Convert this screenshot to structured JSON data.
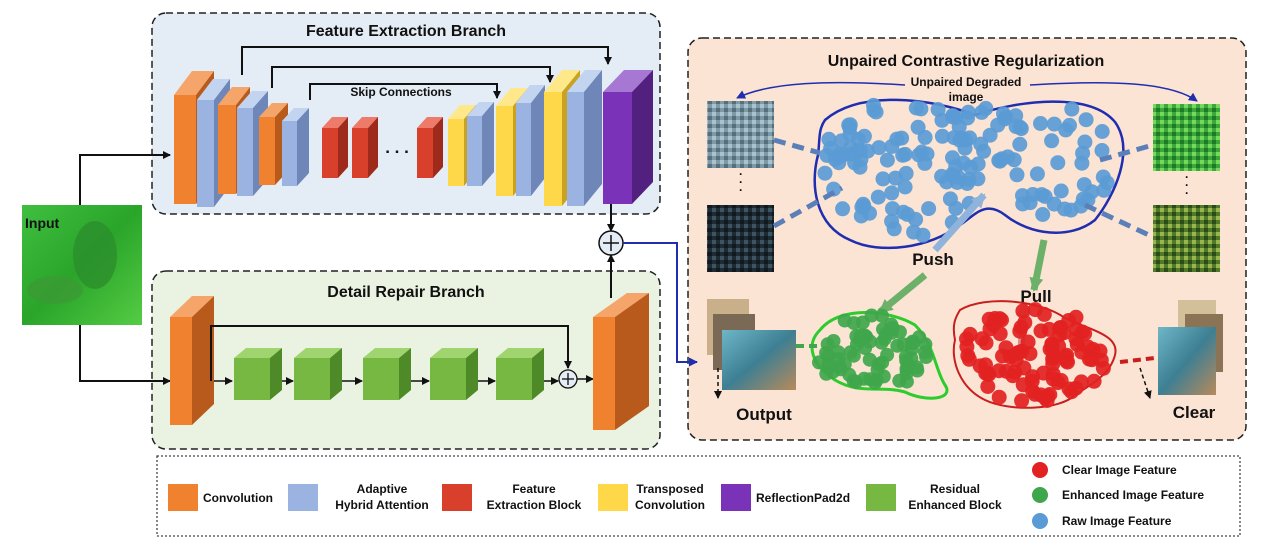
{
  "panels": {
    "feature_extraction": "Feature Extraction Branch",
    "detail_repair": "Detail Repair Branch",
    "contrastive": "Unpaired Contrastive Regularization"
  },
  "labels": {
    "input": "Input",
    "skip_connections": "Skip Connections",
    "ellipsis": ". . .",
    "unpaired_degraded_line1": "Unpaired Degraded",
    "unpaired_degraded_line2": "image",
    "push": "Push",
    "pull": "Pull",
    "output": "Output",
    "clear": "Clear"
  },
  "legend": {
    "blocks": [
      {
        "label_lines": [
          "Convolution"
        ],
        "color": "#F0822F"
      },
      {
        "label_lines": [
          "Adaptive",
          "Hybrid Attention"
        ],
        "color": "#9BB3E0"
      },
      {
        "label_lines": [
          "Feature",
          "Extraction Block"
        ],
        "color": "#D9402C"
      },
      {
        "label_lines": [
          "Transposed",
          "Convolution"
        ],
        "color": "#FFD84A"
      },
      {
        "label_lines": [
          "ReflectionPad2d"
        ],
        "color": "#7A33B8"
      },
      {
        "label_lines": [
          "Residual",
          "Enhanced Block"
        ],
        "color": "#76B842"
      }
    ],
    "features": [
      {
        "label": "Clear Image Feature",
        "color": "#E22222"
      },
      {
        "label": "Enhanced Image Feature",
        "color": "#3FA64B"
      },
      {
        "label": "Raw Image Feature",
        "color": "#5B9BD5"
      }
    ]
  }
}
